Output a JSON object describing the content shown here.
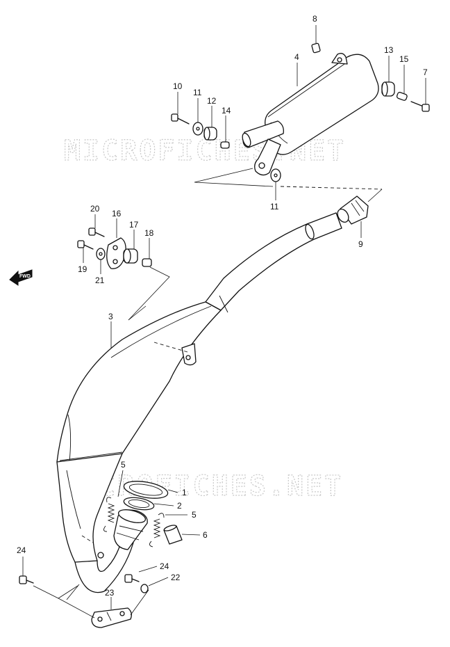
{
  "watermarks": [
    "MICROFICHES.NET",
    "MICROFICHES.NET"
  ],
  "fwd_label": "FWD",
  "callouts": {
    "c1": "1",
    "c2": "2",
    "c3": "3",
    "c4": "4",
    "c5a": "5",
    "c5b": "5",
    "c6": "6",
    "c7": "7",
    "c8": "8",
    "c9": "9",
    "c10": "10",
    "c11a": "11",
    "c11b": "11",
    "c12": "12",
    "c13": "13",
    "c14": "14",
    "c15": "15",
    "c16": "16",
    "c17": "17",
    "c18": "18",
    "c19": "19",
    "c20": "20",
    "c21": "21",
    "c22": "22",
    "c23": "23",
    "c24a": "24",
    "c24b": "24"
  },
  "icons": [
    "fwd-arrow-icon"
  ]
}
